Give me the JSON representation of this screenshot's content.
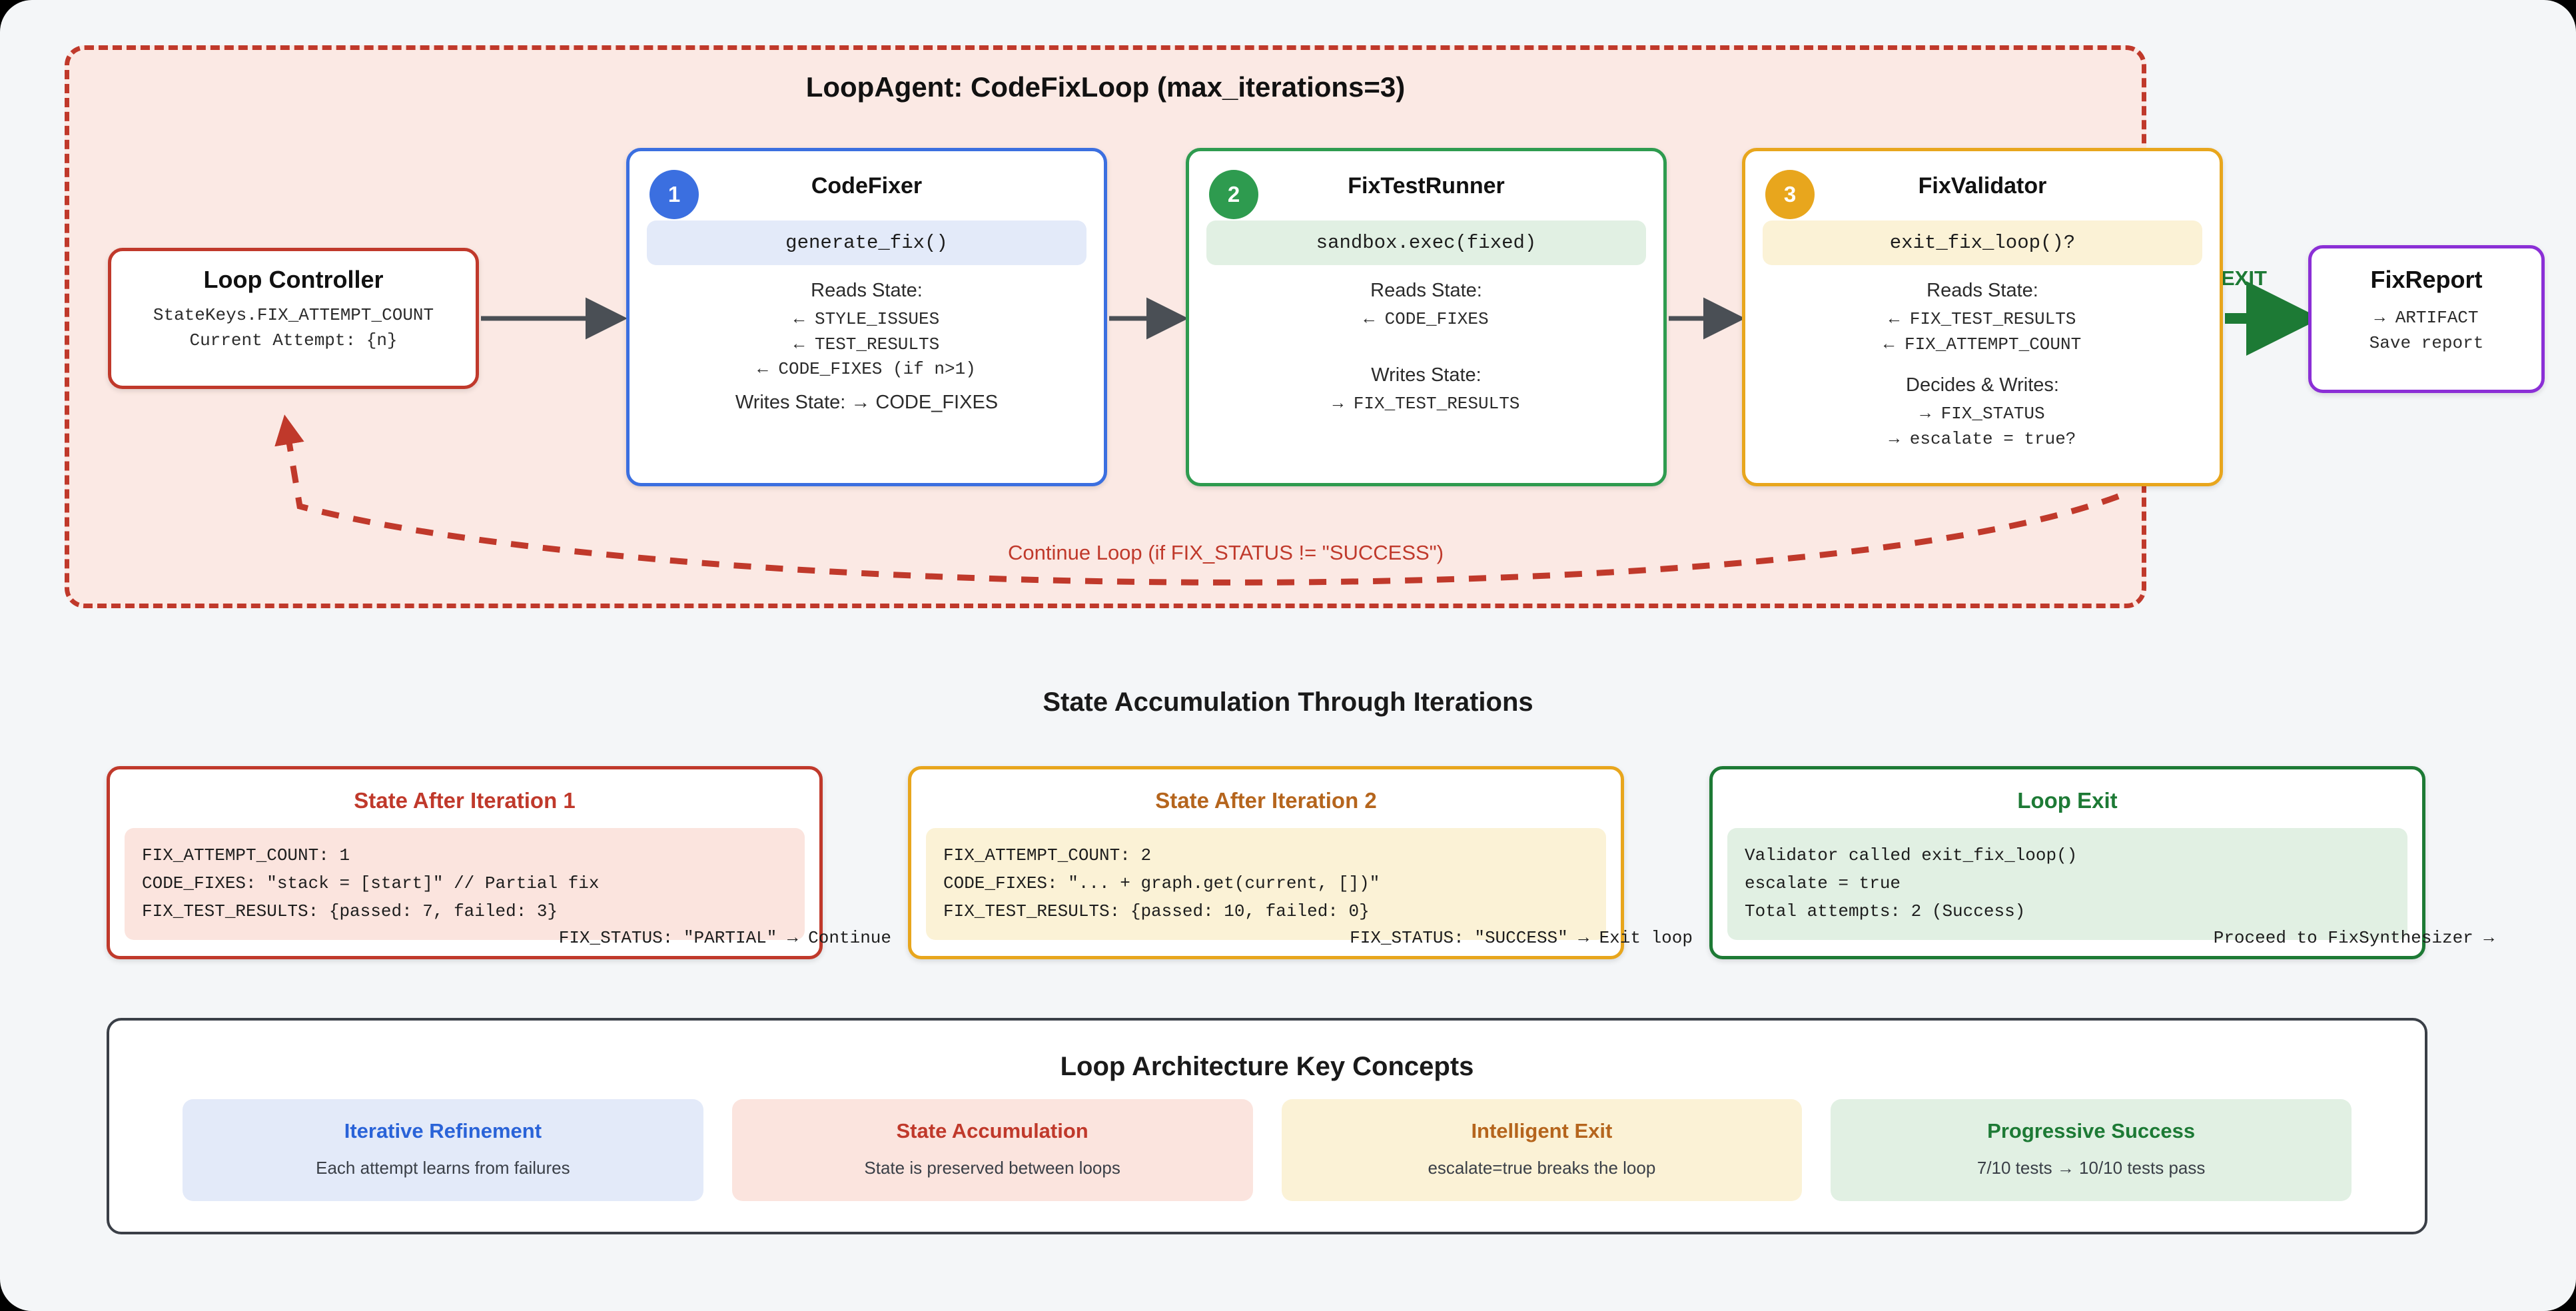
{
  "loop_panel": {
    "title": "LoopAgent: CodeFixLoop (max_iterations=3)",
    "continue_label": "Continue Loop (if FIX_STATUS != \"SUCCESS\")",
    "exit_label": "EXIT",
    "border_color": "#c0392b",
    "background_color": "#fbe9e4"
  },
  "loop_controller": {
    "title": "Loop Controller",
    "line1": "StateKeys.FIX_ATTEMPT_COUNT",
    "line2": "Current Attempt: {n}",
    "accent": "#c0392b"
  },
  "nodes": [
    {
      "badge": "1",
      "title": "CodeFixer",
      "code": "generate_fix()",
      "accent": "#3b6fe0",
      "chip_bg": "#e3eaf9",
      "reads_head": "Reads State:",
      "reads": [
        "← STYLE_ISSUES",
        "← TEST_RESULTS",
        "← CODE_FIXES (if n>1)"
      ],
      "writes_head": "Writes State: → CODE_FIXES",
      "writes": []
    },
    {
      "badge": "2",
      "title": "FixTestRunner",
      "code": "sandbox.exec(fixed)",
      "accent": "#2e9b4f",
      "chip_bg": "#e1f0e3",
      "reads_head": "Reads State:",
      "reads": [
        "← CODE_FIXES"
      ],
      "writes_head": "Writes State:",
      "writes": [
        "→ FIX_TEST_RESULTS"
      ]
    },
    {
      "badge": "3",
      "title": "FixValidator",
      "code": "exit_fix_loop()?",
      "accent": "#e8a61d",
      "chip_bg": "#fbf2d6",
      "reads_head": "Reads State:",
      "reads": [
        "← FIX_TEST_RESULTS",
        "← FIX_ATTEMPT_COUNT"
      ],
      "writes_head": "Decides & Writes:",
      "writes": [
        "→ FIX_STATUS",
        "→ escalate = true?"
      ]
    }
  ],
  "fix_report": {
    "title": "FixReport",
    "line1": "→ ARTIFACT",
    "line2": "Save report",
    "accent": "#8b2fd6"
  },
  "state_section": {
    "heading": "State Accumulation Through Iterations",
    "cards": [
      {
        "title": "State After Iteration 1",
        "accent": "#c0392b",
        "lines": [
          "FIX_ATTEMPT_COUNT: 1",
          "CODE_FIXES: \"stack = [start]\" // Partial fix",
          "FIX_TEST_RESULTS: {passed: 7, failed: 3}"
        ],
        "footer": "FIX_STATUS: \"PARTIAL\" → Continue"
      },
      {
        "title": "State After Iteration 2",
        "accent": "#b5651d",
        "lines": [
          "FIX_ATTEMPT_COUNT: 2",
          "CODE_FIXES: \"... + graph.get(current, [])\"",
          "FIX_TEST_RESULTS: {passed: 10, failed: 0}"
        ],
        "footer": "FIX_STATUS: \"SUCCESS\" → Exit loop"
      },
      {
        "title": "Loop Exit",
        "accent": "#1d7a35",
        "lines": [
          "Validator called exit_fix_loop()",
          "escalate = true",
          "Total attempts: 2 (Success)"
        ],
        "footer": "Proceed to FixSynthesizer →"
      }
    ]
  },
  "concepts_section": {
    "heading": "Loop Architecture Key Concepts",
    "items": [
      {
        "title": "Iterative Refinement",
        "sub": "Each attempt learns from failures",
        "theme": "c-blue"
      },
      {
        "title": "State Accumulation",
        "sub": "State is preserved between loops",
        "theme": "c-red"
      },
      {
        "title": "Intelligent Exit",
        "sub": "escalate=true breaks the loop",
        "theme": "c-amber"
      },
      {
        "title": "Progressive Success",
        "sub": "7/10 tests → 10/10 tests pass",
        "theme": "c-green"
      }
    ]
  }
}
